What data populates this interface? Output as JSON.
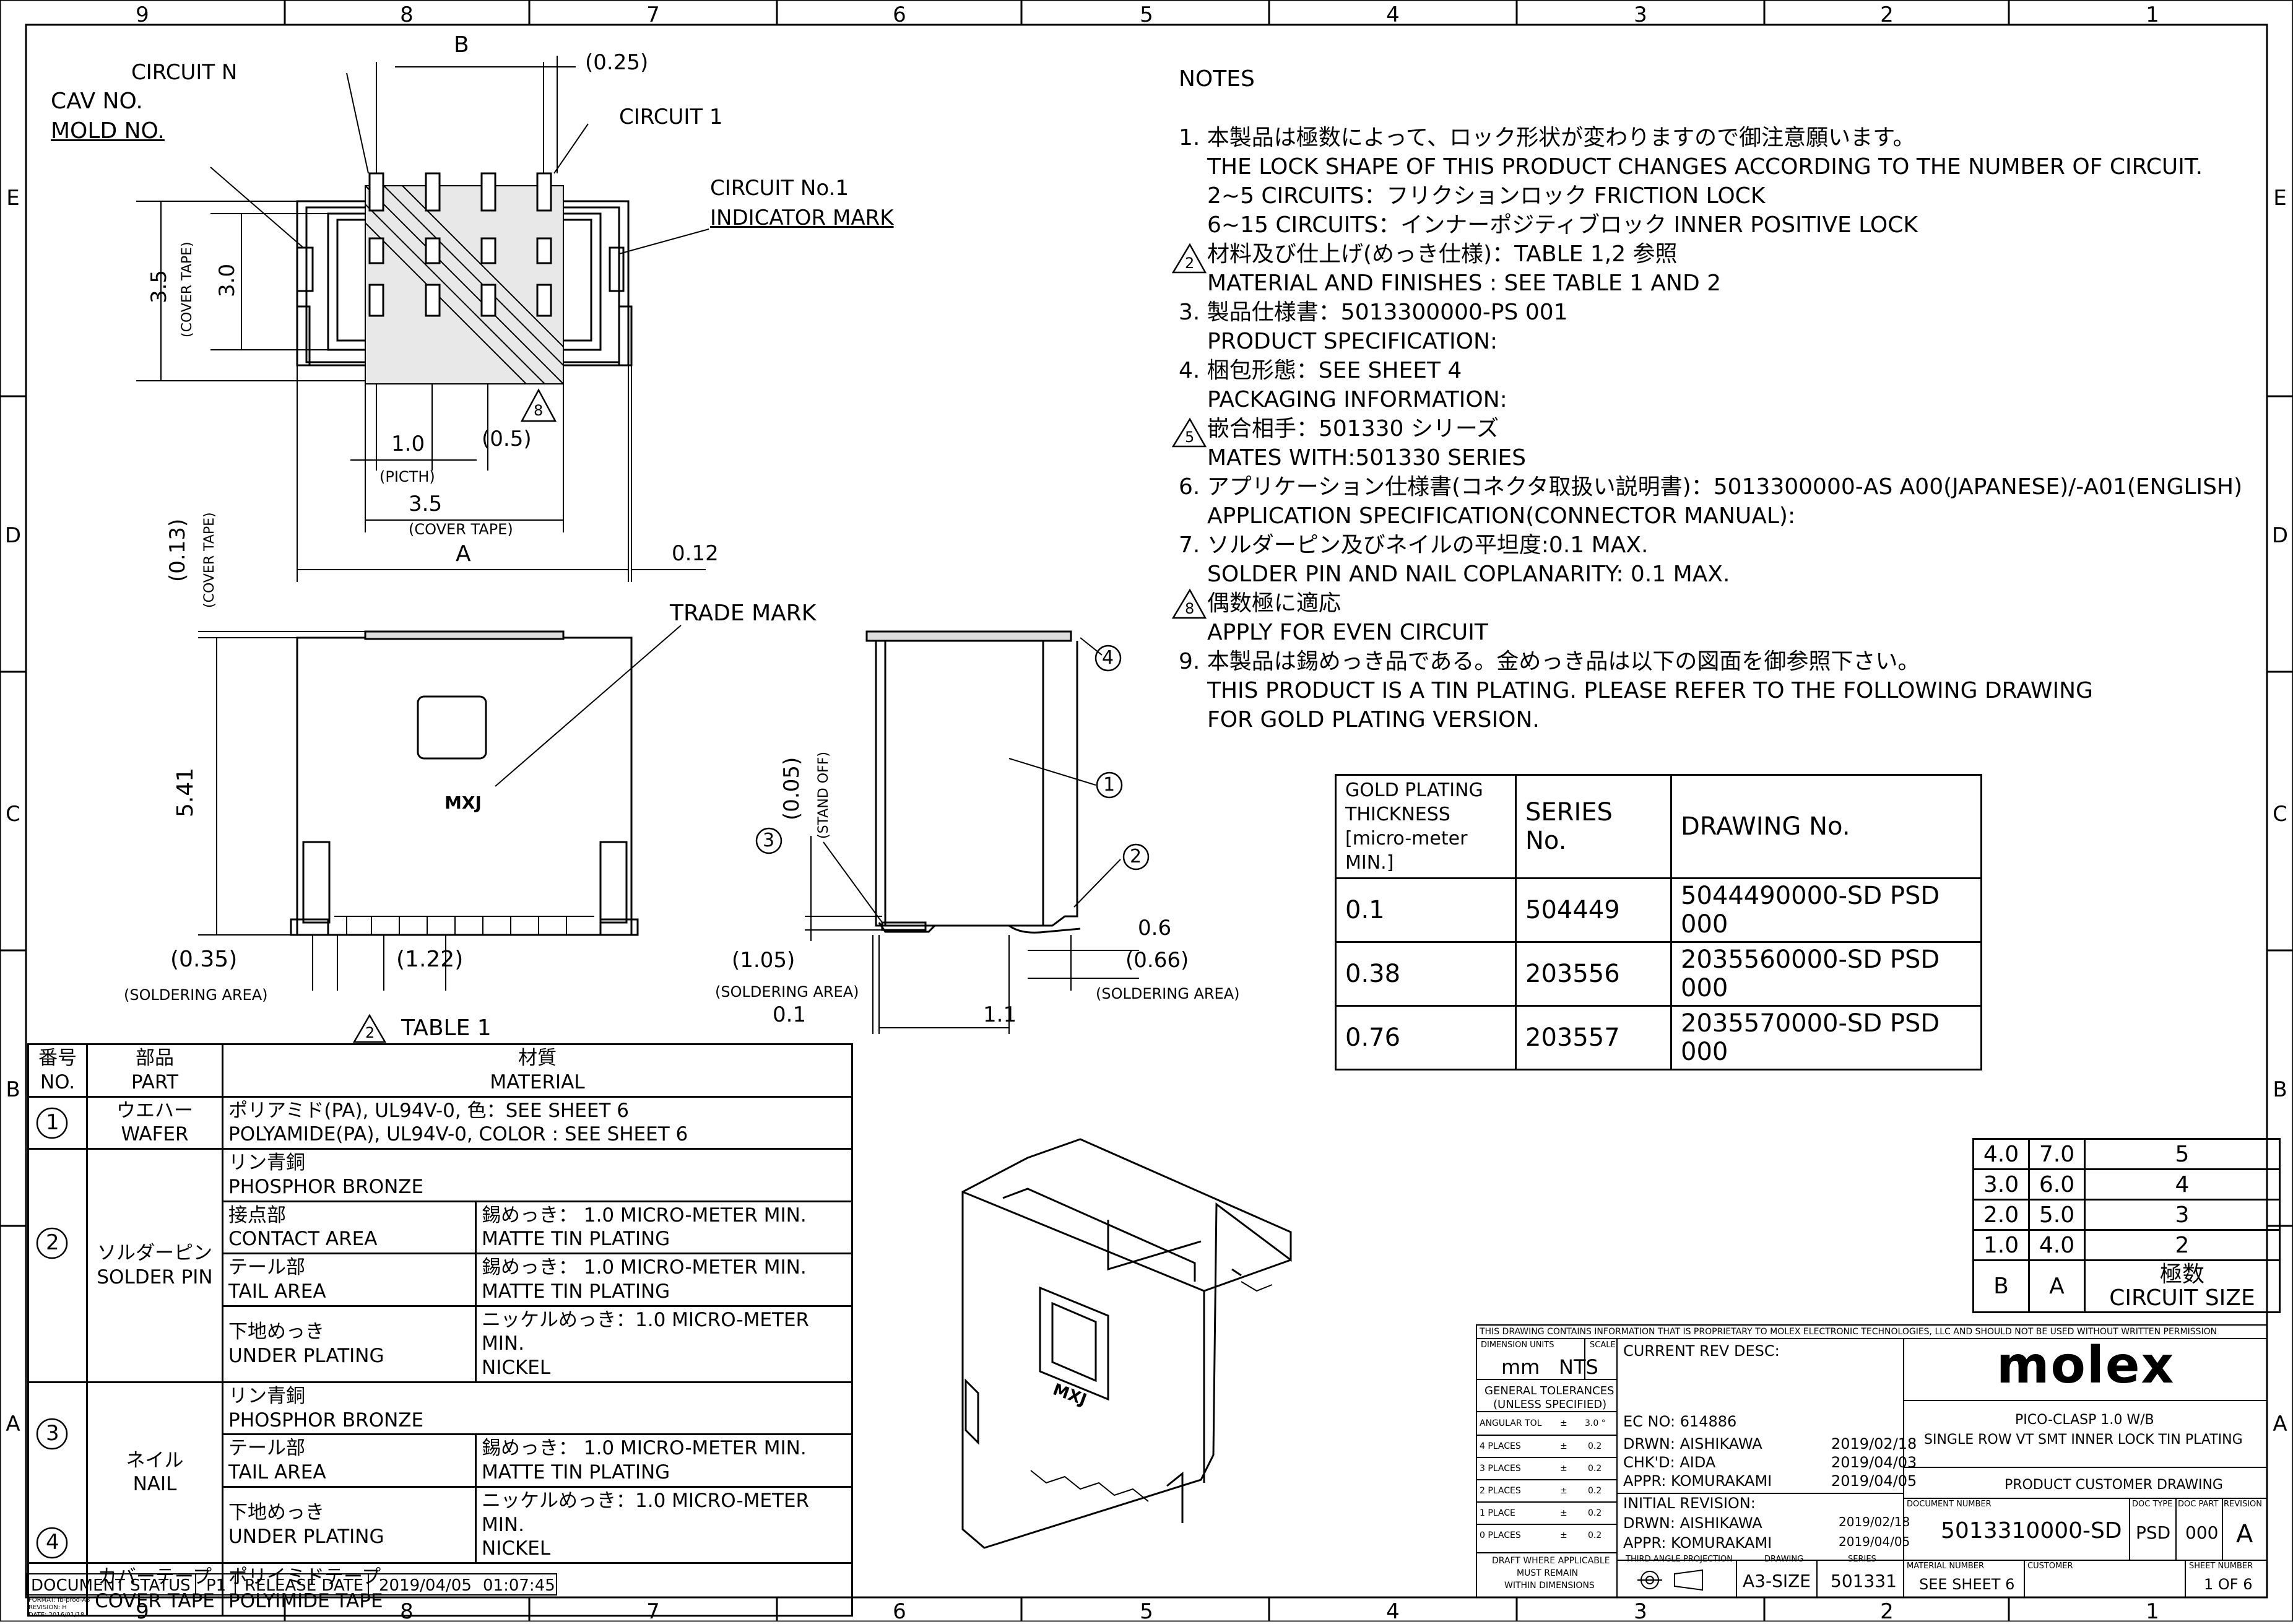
{
  "zones_top": [
    "9",
    "8",
    "7",
    "6",
    "5",
    "4",
    "3",
    "2",
    "1"
  ],
  "zones_side": [
    "E",
    "D",
    "C",
    "B",
    "A"
  ],
  "drawing_labels": {
    "circuit_n": "CIRCUIT N",
    "cav_no": "CAV NO.",
    "mold_no": "MOLD NO.",
    "circuit_1": "CIRCUIT 1",
    "circuit_no1_indicator": "CIRCUIT No.1",
    "indicator_mark": "INDICATOR MARK",
    "dim_b": "B",
    "dim_025": "(0.25)",
    "dim_35": "3.5",
    "cover_tape": "(COVER TAPE)",
    "dim_30": "3.0",
    "dim_10": "1.0",
    "dim_05": "(0.5)",
    "picth": "(PICTH)",
    "dim_35_b": "3.5",
    "cover_tape_b": "(COVER TAPE)",
    "dim_a": "A",
    "dim_012": "0.12",
    "dim_013": "(0.13)",
    "cover_tape_c": "(COVER TAPE)",
    "trade_mark": "TRADE MARK",
    "dim_541": "5.41",
    "mxj": "MXJ",
    "dim_035": "(0.35)",
    "dim_122": "(1.22)",
    "soldering_area_1": "(SOLDERING AREA)",
    "dim_005": "(0.05)",
    "stand_off": "(STAND OFF)",
    "dim_105": "(1.05)",
    "soldering_area_2": "(SOLDERING AREA)",
    "dim_01": "0.1",
    "dim_11": "1.1",
    "dim_06": "0.6",
    "dim_066": "(0.66)",
    "soldering_area_3": "(SOLDERING AREA)",
    "callout_1": "1",
    "callout_2": "2",
    "callout_3": "3",
    "callout_4": "4",
    "rev_8": "8",
    "rev_2": "2",
    "table1": "TABLE 1"
  },
  "notes": {
    "title": "NOTES",
    "lines": [
      "1. 本製品は極数によって、ロック形状が変わりますので御注意願います。",
      "THE LOCK SHAPE OF THIS PRODUCT CHANGES ACCORDING TO THE NUMBER OF CIRCUIT.",
      "2~5 CIRCUITS：フリクションロック FRICTION LOCK",
      "6~15 CIRCUITS：インナーポジティブロック INNER POSITIVE LOCK",
      "材料及び仕上げ(めっき仕様)：TABLE 1,2 参照",
      "MATERIAL AND FINISHES : SEE TABLE 1 AND 2",
      "3. 製品仕様書：5013300000-PS 001",
      "PRODUCT SPECIFICATION:",
      "4. 梱包形態：SEE SHEET 4",
      "PACKAGING INFORMATION:",
      "嵌合相手：501330 シリーズ",
      "MATES WITH:501330 SERIES",
      "6. アプリケーション仕様書(コネクタ取扱い説明書)：5013300000-AS A00(JAPANESE)/-A01(ENGLISH)",
      "APPLICATION SPECIFICATION(CONNECTOR MANUAL):",
      "7. ソルダーピン及びネイルの平坦度:0.1 MAX.",
      "SOLDER PIN AND NAIL COPLANARITY: 0.1 MAX.",
      "偶数極に適応",
      "APPLY FOR EVEN CIRCUIT",
      "9. 本製品は錫めっき品である。金めっき品は以下の図面を御参照下さい。",
      "THIS PRODUCT IS A TIN PLATING. PLEASE REFER TO THE FOLLOWING DRAWING",
      "FOR GOLD PLATING VERSION."
    ],
    "tri_2": "2",
    "tri_5": "5",
    "tri_8": "8"
  },
  "gold_table": {
    "header": [
      "GOLD PLATING",
      "THICKNESS",
      "[micro-meter MIN.]",
      "SERIES No.",
      "DRAWING No."
    ],
    "rows": [
      [
        "0.1",
        "504449",
        "5044490000-SD PSD 000"
      ],
      [
        "0.38",
        "203556",
        "2035560000-SD PSD 000"
      ],
      [
        "0.76",
        "203557",
        "2035570000-SD PSD 000"
      ]
    ]
  },
  "material_table": {
    "h_no_jp": "番号",
    "h_no": "NO.",
    "h_part_jp": "部品",
    "h_part": "PART",
    "h_mat_jp": "材質",
    "h_mat": "MATERIAL",
    "r1_no": "1",
    "r1_part_jp": "ウエハー",
    "r1_part": "WAFER",
    "r1_mat_jp": "ポリアミド(PA), UL94V-0, 色：SEE SHEET 6",
    "r1_mat": "POLYAMIDE(PA), UL94V-0, COLOR : SEE SHEET 6",
    "r2_no": "2",
    "r2_part_jp": "ソルダーピン",
    "r2_part": "SOLDER PIN",
    "r2_mat_jp": "リン青銅",
    "r2_mat": "PHOSPHOR BRONZE",
    "r2_contact_jp": "接点部",
    "r2_contact": "CONTACT AREA",
    "r2_contact_fin_jp": "錫めっき： 1.0 MICRO-METER MIN.",
    "r2_contact_fin": "MATTE TIN PLATING",
    "r2_tail_jp": "テール部",
    "r2_tail": "TAIL AREA",
    "r2_tail_fin_jp": "錫めっき： 1.0 MICRO-METER MIN.",
    "r2_tail_fin": "MATTE TIN PLATING",
    "r2_under_jp": "下地めっき",
    "r2_under": "UNDER PLATING",
    "r2_under_fin_jp": "ニッケルめっき：1.0 MICRO-METER MIN.",
    "r2_under_fin": "NICKEL",
    "r3_no": "3",
    "r3_part_jp": "ネイル",
    "r3_part": "NAIL",
    "r3_mat_jp": "リン青銅",
    "r3_mat": "PHOSPHOR BRONZE",
    "r3_tail_jp": "テール部",
    "r3_tail": "TAIL AREA",
    "r3_tail_fin_jp": "錫めっき： 1.0 MICRO-METER MIN.",
    "r3_tail_fin": "MATTE TIN PLATING",
    "r3_under_jp": "下地めっき",
    "r3_under": "UNDER PLATING",
    "r3_under_fin_jp": "ニッケルめっき：1.0 MICRO-METER MIN.",
    "r3_under_fin": "NICKEL",
    "r4_no": "4",
    "r4_part_jp": "カバーテープ",
    "r4_part": "COVER TAPE",
    "r4_mat_jp": "ポリイミドテープ",
    "r4_mat": "POLYIMIDE TAPE"
  },
  "doc_status": {
    "label": "DOCUMENT STATUS",
    "status": "P1",
    "release_label": "RELEASE DATE",
    "date": "2019/04/05",
    "time": "01:07:45"
  },
  "format_info": [
    "FORMAT: fb-prod-A3",
    "REVISION: H",
    "DATE: 2016/01/18"
  ],
  "circuit_size_table": {
    "rows": [
      [
        "4.0",
        "7.0",
        "5"
      ],
      [
        "3.0",
        "6.0",
        "4"
      ],
      [
        "2.0",
        "5.0",
        "3"
      ],
      [
        "1.0",
        "4.0",
        "2"
      ]
    ],
    "col_b": "B",
    "col_a": "A",
    "col_jp": "極数",
    "col_size": "CIRCUIT SIZE"
  },
  "title_block": {
    "proprietary": "THIS DRAWING CONTAINS INFORMATION THAT IS PROPRIETARY TO MOLEX ELECTRONIC TECHNOLOGIES, LLC AND SHOULD NOT BE USED WITHOUT WRITTEN PERMISSION",
    "dim_units_label": "DIMENSION UNITS",
    "scale_label": "SCALE",
    "units": "mm",
    "scale": "NTS",
    "gen_tol": "GENERAL TOLERANCES",
    "unless": "(UNLESS SPECIFIED)",
    "tolerances": [
      [
        "ANGULAR TOL",
        "±",
        "3.0 °"
      ],
      [
        "4 PLACES",
        "±",
        "0.2"
      ],
      [
        "3 PLACES",
        "±",
        "0.2"
      ],
      [
        "2 PLACES",
        "±",
        "0.2"
      ],
      [
        "1 PLACE",
        "±",
        "0.2"
      ],
      [
        "0 PLACES",
        "±",
        "0.2"
      ]
    ],
    "draft1": "DRAFT WHERE APPLICABLE",
    "draft2": "MUST REMAIN",
    "draft3": "WITHIN DIMENSIONS",
    "current_rev": "CURRENT REV DESC:",
    "ec_no": "EC NO:  614886",
    "drwn": "DRWN:  AISHIKAWA",
    "drwn_date": "2019/02/18",
    "chkd": "CHK'D:  AIDA",
    "chkd_date": "2019/04/03",
    "appr": "APPR:  KOMURAKAMI",
    "appr_date": "2019/04/05",
    "initial_rev": "INITIAL REVISION:",
    "i_drwn": "DRWN:  AISHIKAWA",
    "i_drwn_date": "2019/02/18",
    "i_appr": "APPR:  KOMURAKAMI",
    "i_appr_date": "2019/04/05",
    "third_angle": "THIRD ANGLE PROJECTION",
    "drawing_label": "DRAWING",
    "drawing_size": "A3-SIZE",
    "series_label": "SERIES",
    "series": "501331",
    "logo": "molex",
    "title1": "PICO-CLASP 1.0 W/B",
    "title2": "SINGLE ROW VT SMT INNER LOCK TIN PLATING",
    "doc_type_title": "PRODUCT CUSTOMER DRAWING",
    "doc_number_label": "DOCUMENT NUMBER",
    "doc_number": "5013310000-SD",
    "doc_type_label": "DOC TYPE",
    "doc_type": "PSD",
    "doc_part_label": "DOC PART",
    "doc_part": "000",
    "revision_label": "REVISION",
    "revision": "A",
    "material_number_label": "MATERIAL NUMBER",
    "material_number": "SEE SHEET 6",
    "customer_label": "CUSTOMER",
    "sheet_label": "SHEET NUMBER",
    "sheet": "1 OF 6"
  }
}
